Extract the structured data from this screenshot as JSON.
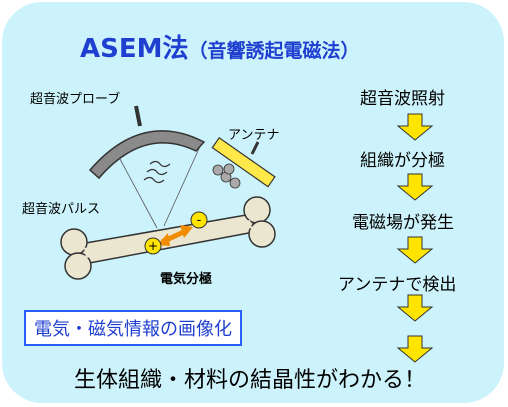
{
  "title": {
    "main": "ASEM法",
    "sub": "（音響誘起電磁法）"
  },
  "labels": {
    "probe": "超音波プローブ",
    "antenna": "アンテナ",
    "pulse": "超音波パルス",
    "polarization": "電気分極"
  },
  "steps": [
    "超音波照射",
    "組織が分極",
    "電磁場が発生",
    "アンテナで検出"
  ],
  "imaging": "電気・磁気情報の画像化",
  "conclusion": "生体組織・材料の結晶性がわかる！",
  "charges": {
    "plus": "+",
    "minus": "-"
  },
  "colors": {
    "background": "#ccf3fb",
    "title": "#1f3fd0",
    "arrow": "#ffe400",
    "bone": "#eae6cf",
    "antenna": "#ffe84a",
    "probe": "#8c8c8c"
  }
}
